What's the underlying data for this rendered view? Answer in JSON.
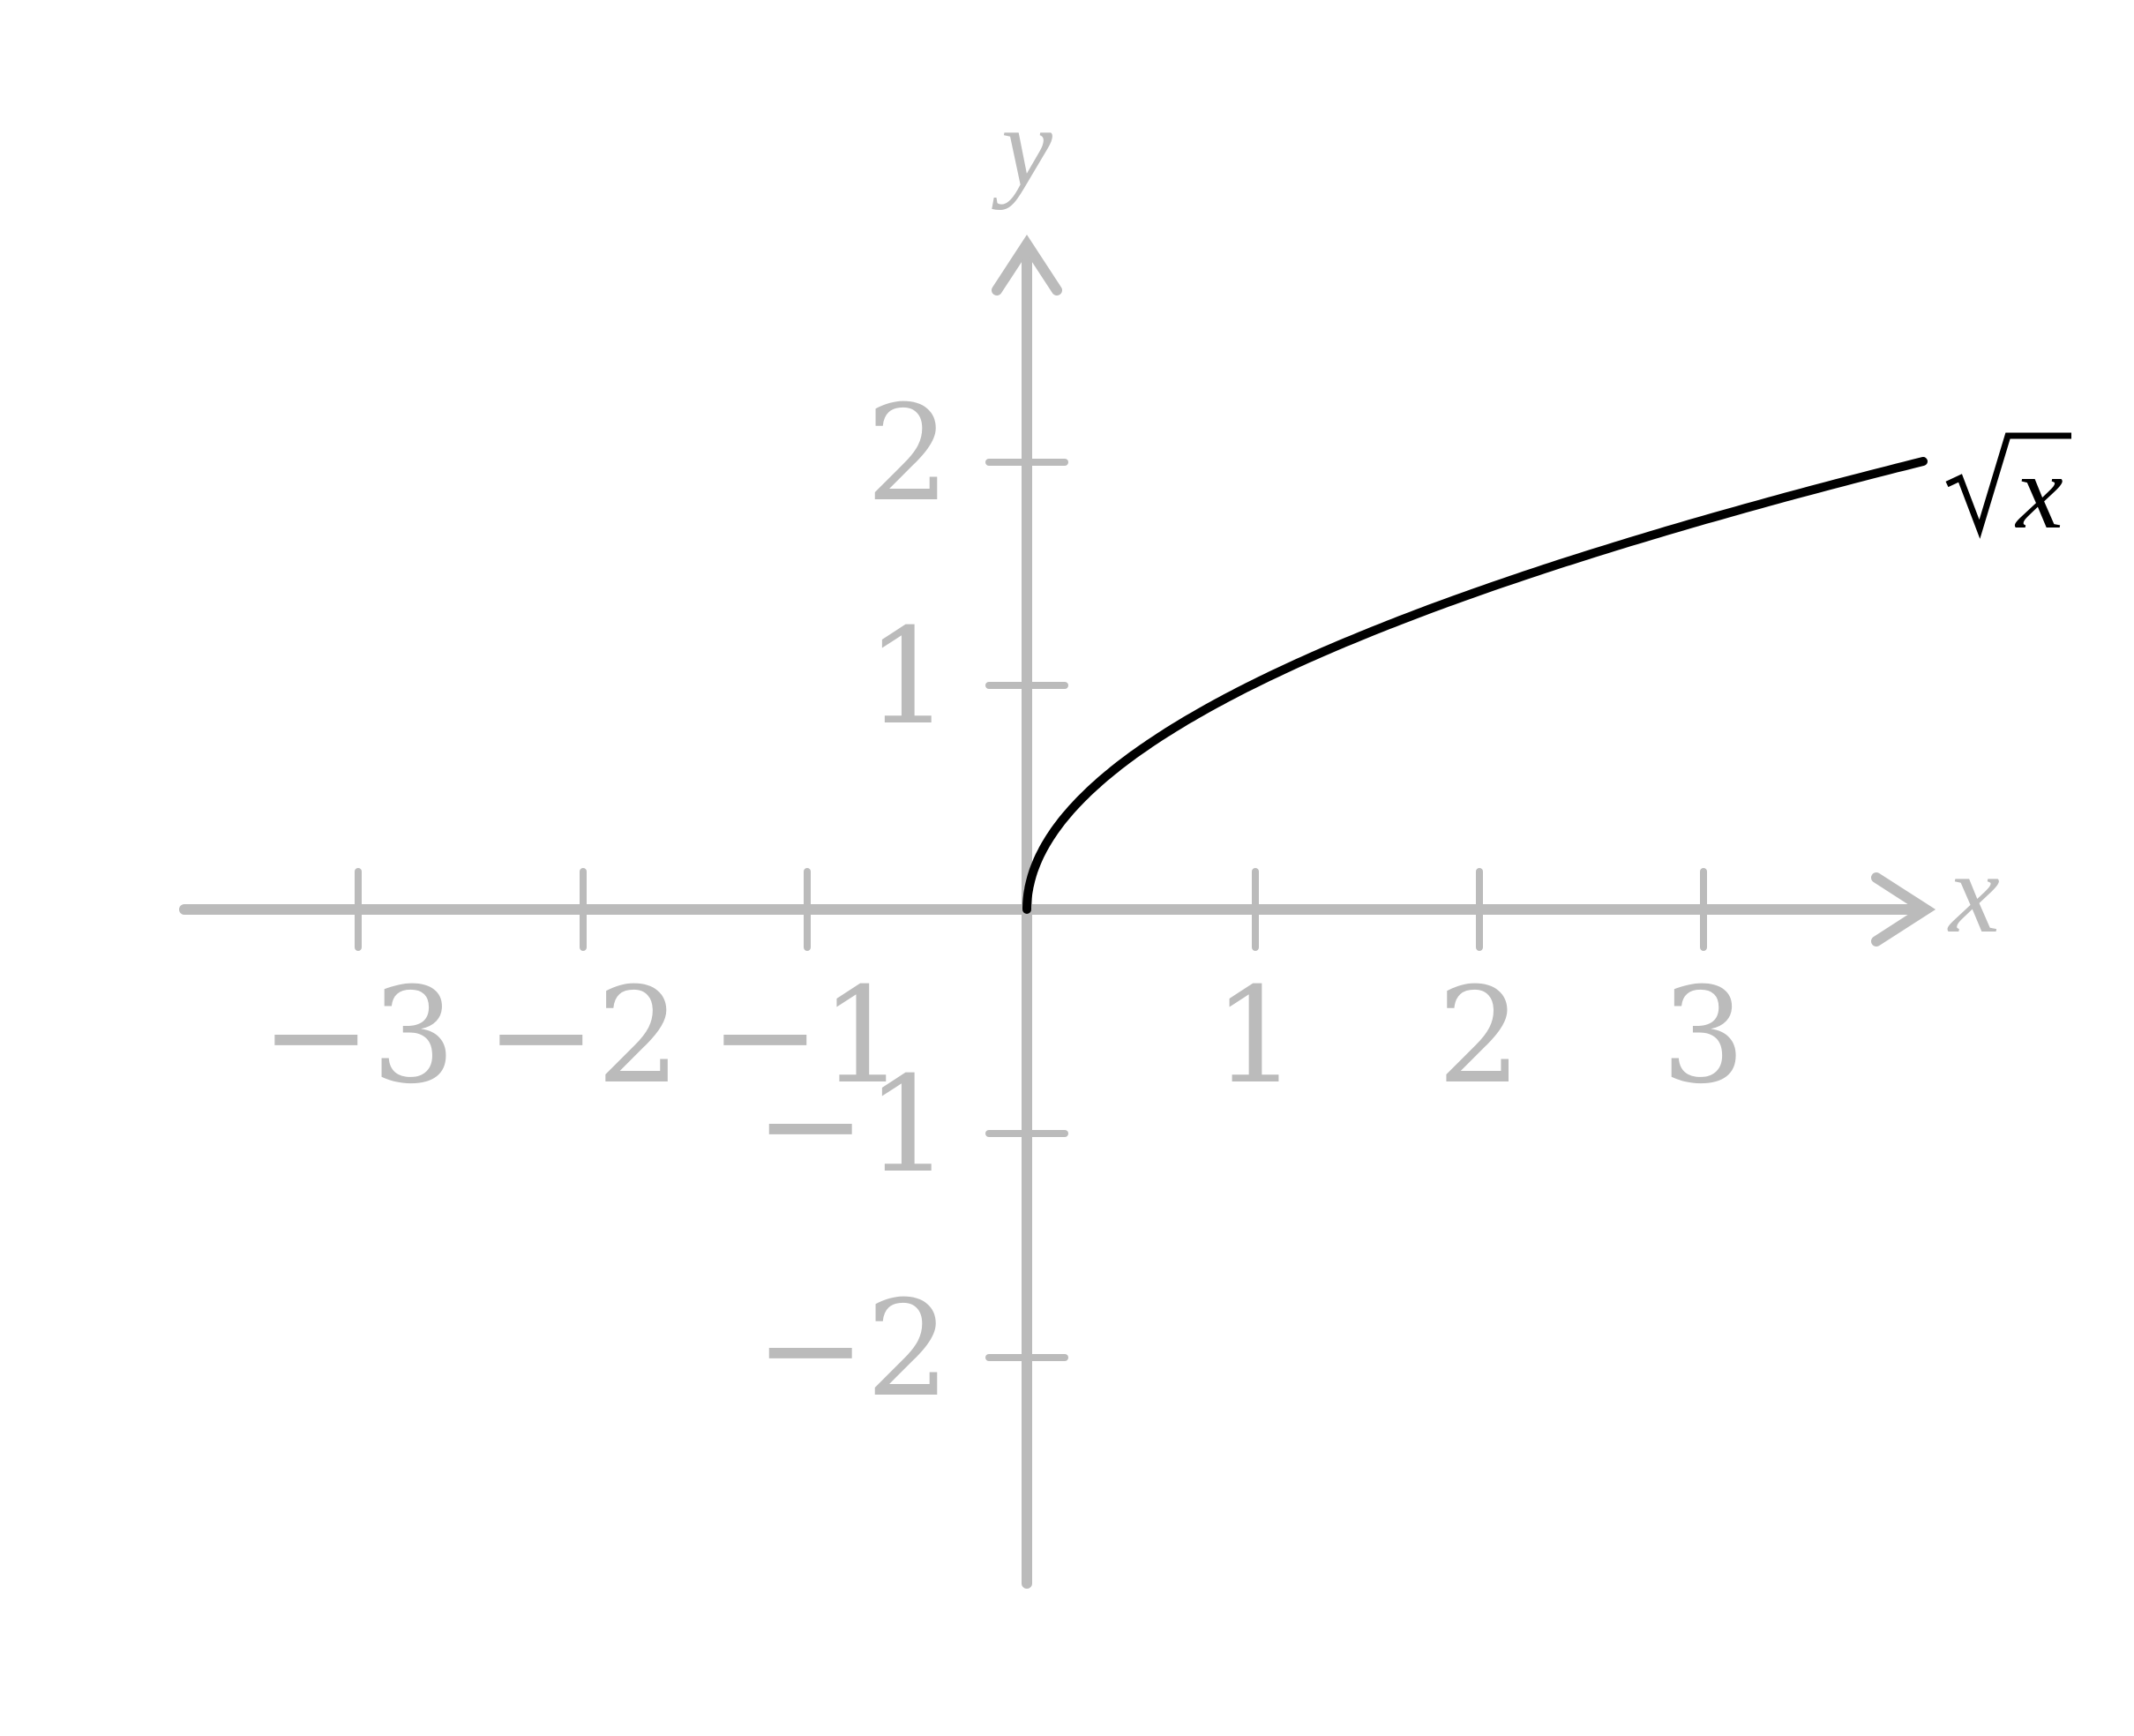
{
  "chart_data": {
    "type": "line",
    "title": "",
    "xlabel": "x",
    "ylabel": "y",
    "xlim": [
      -3.6,
      4.0
    ],
    "ylim": [
      -3.0,
      3.0
    ],
    "grid": false,
    "x_ticks": [
      -3,
      -2,
      -1,
      1,
      2,
      3
    ],
    "y_ticks": [
      -2,
      -1,
      1,
      2
    ],
    "x_tick_labels": [
      "−3",
      "−2",
      "−1",
      "1",
      "2",
      "3"
    ],
    "y_tick_labels": [
      "−2",
      "−1",
      "1",
      "2"
    ],
    "series": [
      {
        "name": "√x",
        "color": "#000000",
        "x": [
          0,
          0.25,
          0.5,
          1,
          1.5,
          2,
          2.5,
          3,
          3.5,
          4
        ],
        "y": [
          0,
          0.5,
          0.707,
          1,
          1.225,
          1.414,
          1.581,
          1.732,
          1.871,
          2
        ]
      }
    ],
    "annotations": [
      {
        "text": "√x",
        "at": [
          4,
          2
        ],
        "position": "right of curve end"
      }
    ],
    "axis_color": "#bbbbbb"
  },
  "labels": {
    "x_axis": "x",
    "y_axis": "y",
    "curve": "x",
    "x_ticks": [
      "−3",
      "−2",
      "−1",
      "1",
      "2",
      "3"
    ],
    "y_ticks": [
      "2",
      "1",
      "−1",
      "−2"
    ]
  }
}
